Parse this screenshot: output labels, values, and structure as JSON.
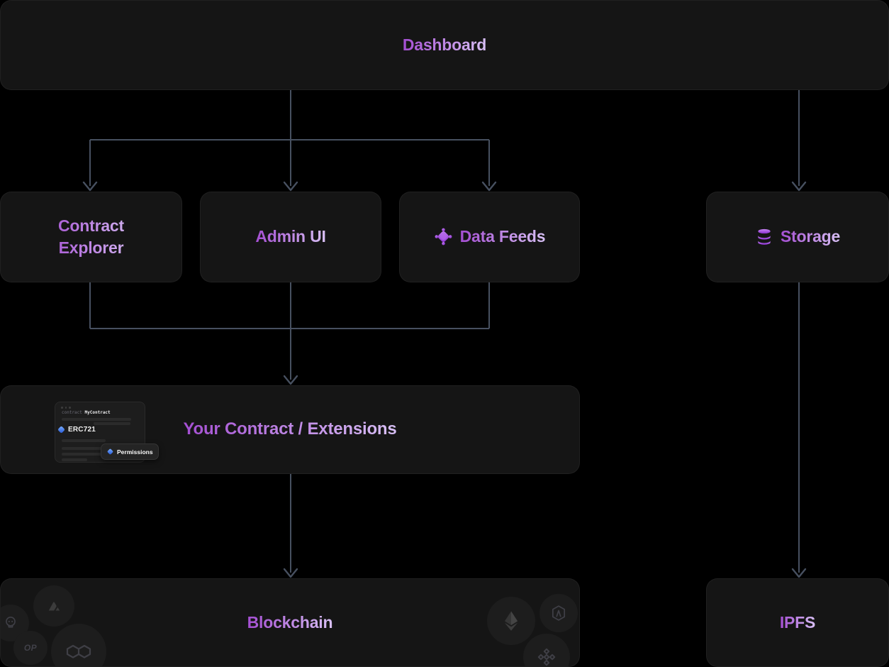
{
  "nodes": {
    "dashboard": {
      "label": "Dashboard"
    },
    "contract_explorer": {
      "label": "Contract Explorer"
    },
    "admin_ui": {
      "label": "Admin UI"
    },
    "data_feeds": {
      "label": "Data Feeds",
      "icon": "gem-icon"
    },
    "storage": {
      "label": "Storage",
      "icon": "database-icon"
    },
    "your_contract": {
      "label": "Your Contract / Extensions"
    },
    "blockchain": {
      "label": "Blockchain"
    },
    "ipfs": {
      "label": "IPFS"
    }
  },
  "edges": [
    {
      "from": "dashboard",
      "to": "contract_explorer"
    },
    {
      "from": "dashboard",
      "to": "admin_ui"
    },
    {
      "from": "dashboard",
      "to": "data_feeds"
    },
    {
      "from": "dashboard",
      "to": "storage"
    },
    {
      "from": "contract_explorer",
      "to": "your_contract"
    },
    {
      "from": "admin_ui",
      "to": "your_contract"
    },
    {
      "from": "data_feeds",
      "to": "your_contract"
    },
    {
      "from": "your_contract",
      "to": "blockchain"
    },
    {
      "from": "storage",
      "to": "ipfs"
    }
  ],
  "contract_card": {
    "keyword": "contract",
    "name": "MyContract",
    "erc721_badge": "ERC721",
    "permissions_badge": "Permissions",
    "badge_icon": "blue-gem-icon"
  },
  "blockchain_icons": {
    "optimism_label": "OP",
    "chains": [
      "skull",
      "avalanche",
      "optimism",
      "polygon",
      "ethereum",
      "arbitrum",
      "bnb"
    ]
  },
  "colors": {
    "background": "#000000",
    "node_background": "#151515",
    "arrow": "#475060",
    "title_gradient_start": "#a44ed2",
    "title_gradient_end": "#d8c0f5",
    "badge_blue": "#2f6bdf"
  }
}
